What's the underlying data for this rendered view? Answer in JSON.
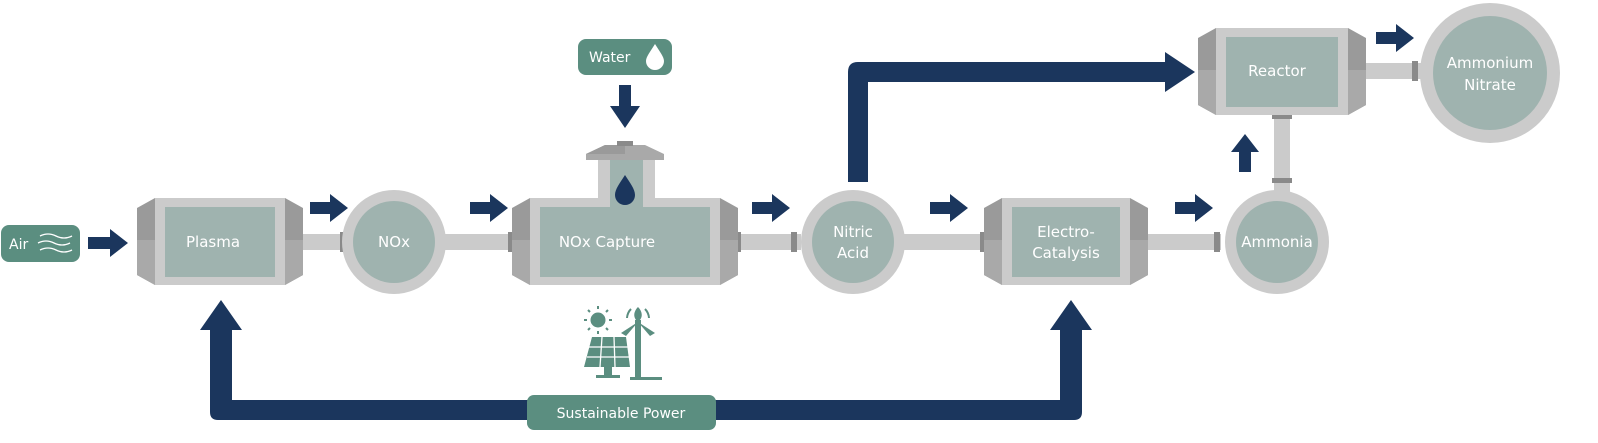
{
  "colors": {
    "label_bg": "#5b8e80",
    "vessel_shell": "#cbcbcb",
    "vessel_inner": "#9fb3af",
    "end_cap": "#9a9a9a",
    "flow_arrow": "#1b365d"
  },
  "inputs": {
    "air": {
      "label": "Air",
      "icon": "wind-icon"
    },
    "water": {
      "label": "Water",
      "icon": "water-drop-icon"
    },
    "power": {
      "label": "Sustainable Power",
      "icon": "solar-wind-icon"
    }
  },
  "units": {
    "plasma": "Plasma",
    "nox": "NOx",
    "nox_capture": "NOx Capture",
    "nitric_acid": [
      "Nitric",
      "Acid"
    ],
    "electro_catalysis": [
      "Electro-",
      "Catalysis"
    ],
    "ammonia": "Ammonia",
    "reactor": "Reactor",
    "ammonium_nitrate": [
      "Ammonium",
      "Nitrate"
    ]
  }
}
